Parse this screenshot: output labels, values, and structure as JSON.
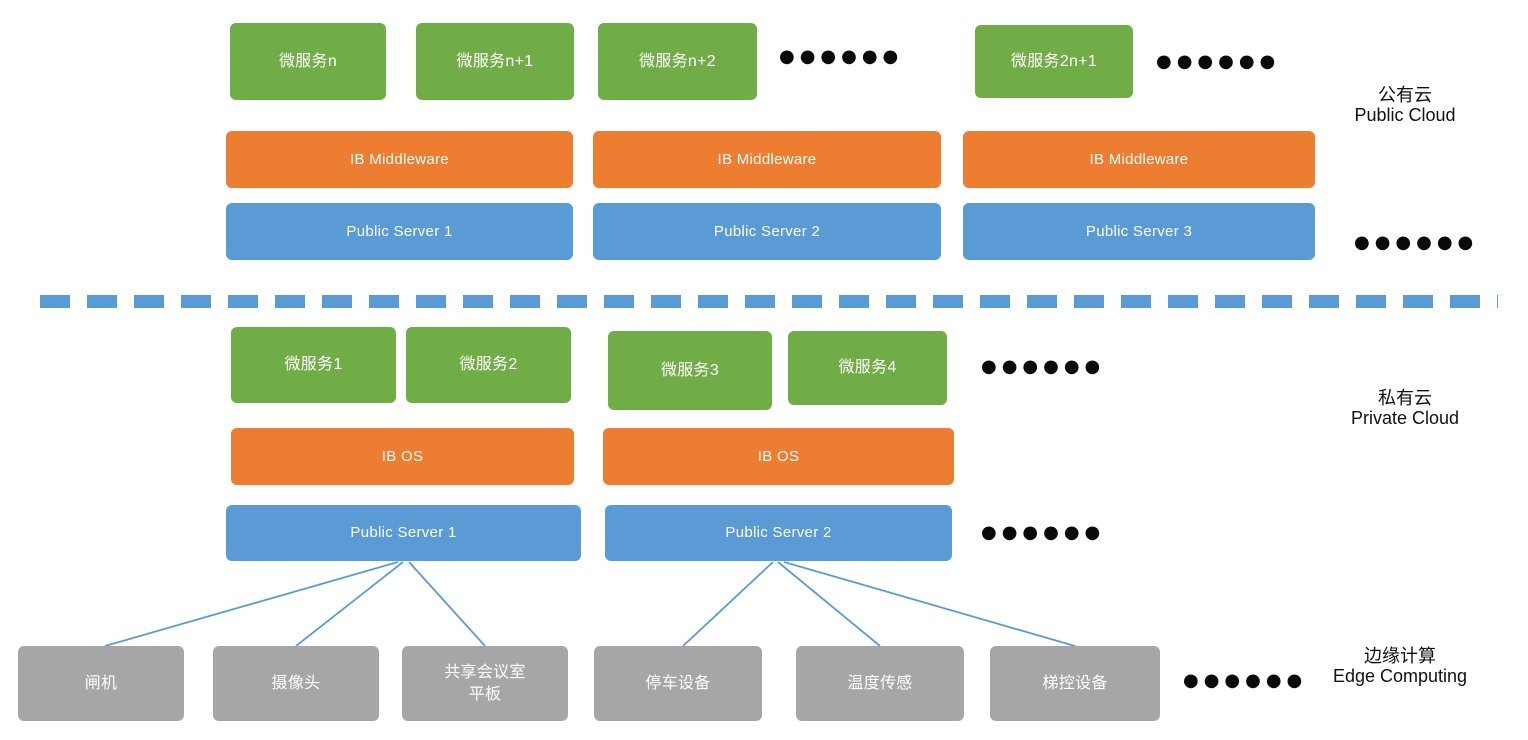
{
  "colors": {
    "microservice_green": "#70AD47",
    "middleware_orange": "#ED7D31",
    "server_blue": "#5B9BD5",
    "device_gray": "#A6A6A6",
    "divider_blue": "#5B9BD5",
    "dots_black": "#0a0a0a",
    "label_black": "#111111"
  },
  "ellipsis": "●●●●●●",
  "public_cloud": {
    "label_zh": "公有云",
    "label_en": "Public Cloud",
    "microservices": [
      {
        "label": "微服务n"
      },
      {
        "label": "微服务n+1"
      },
      {
        "label": "微服务n+2"
      },
      {
        "label": "微服务2n+1"
      }
    ],
    "middleware": [
      {
        "label": "IB Middleware"
      },
      {
        "label": "IB Middleware"
      },
      {
        "label": "IB Middleware"
      }
    ],
    "servers": [
      {
        "label": "Public Server 1"
      },
      {
        "label": "Public Server 2"
      },
      {
        "label": "Public Server 3"
      }
    ]
  },
  "private_cloud": {
    "label_zh": "私有云",
    "label_en": "Private Cloud",
    "microservices": [
      {
        "label": "微服务1"
      },
      {
        "label": "微服务2"
      },
      {
        "label": "微服务3"
      },
      {
        "label": "微服务4"
      }
    ],
    "os": [
      {
        "label": "IB OS"
      },
      {
        "label": "IB OS"
      }
    ],
    "servers": [
      {
        "label": "Public Server 1"
      },
      {
        "label": "Public Server 2"
      }
    ]
  },
  "edge": {
    "label_zh": "边缘计算",
    "label_en": "Edge Computing",
    "devices": [
      {
        "label": "闸机"
      },
      {
        "label": "摄像头"
      },
      {
        "label": "共享会议室",
        "label2": "平板"
      },
      {
        "label": "停车设备"
      },
      {
        "label": "温度传感"
      },
      {
        "label": "梯控设备"
      }
    ]
  }
}
